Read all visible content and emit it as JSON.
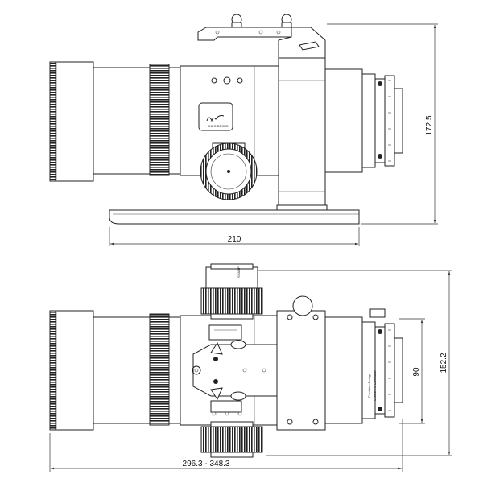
{
  "top_view": {
    "dimension_width": "210",
    "dimension_height": "172.5",
    "badge_text": "INFO DESIGN"
  },
  "bottom_view": {
    "dimension_length": "296.3 - 348.3",
    "dimension_height": "152.2",
    "dimension_inner": "90",
    "side_label_line1": "Sensor Tilt Eliminator",
    "side_label_line2": "Precision Design"
  }
}
